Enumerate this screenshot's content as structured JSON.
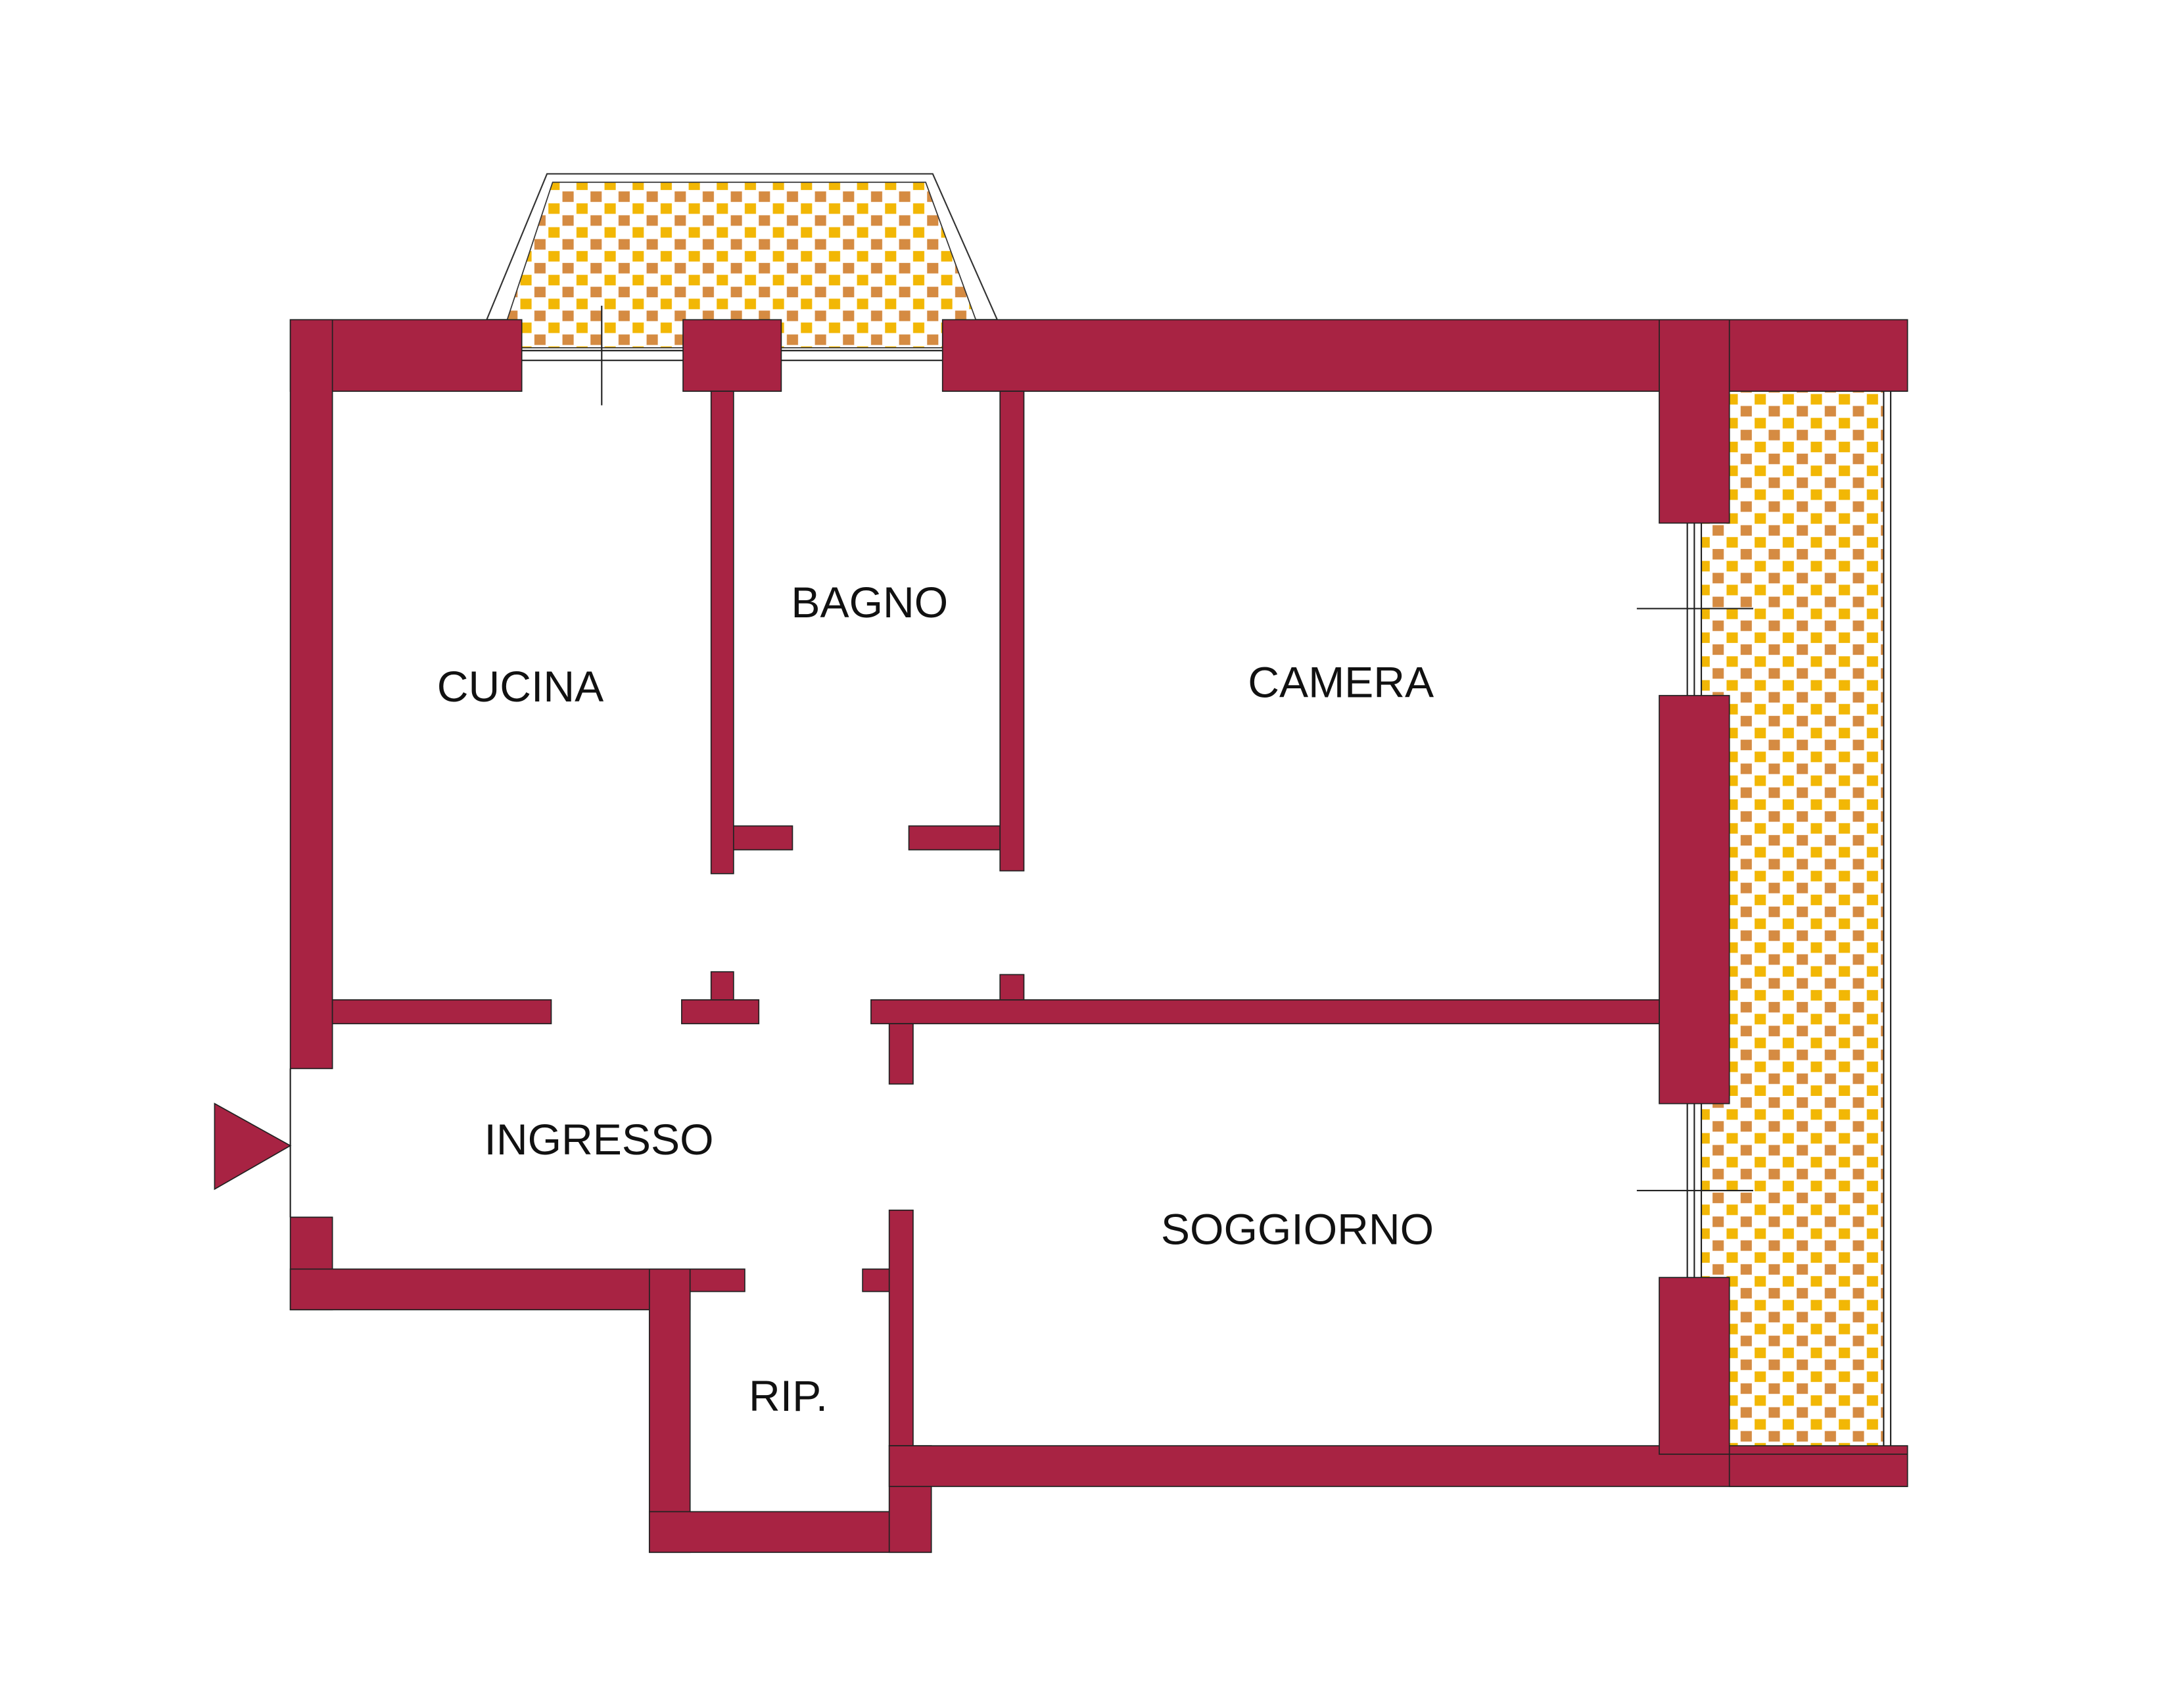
{
  "rooms": {
    "cucina": "CUCINA",
    "bagno": "BAGNO",
    "camera": "CAMERA",
    "ingresso": "INGRESSO",
    "soggiorno": "SOGGIORNO",
    "ripostiglio": "RIP."
  },
  "colors": {
    "wall": "#A82343",
    "tile_orange": "#D58B42",
    "tile_yellow": "#F2B705"
  },
  "icons": {
    "entrance": "entrance-arrow-icon"
  }
}
